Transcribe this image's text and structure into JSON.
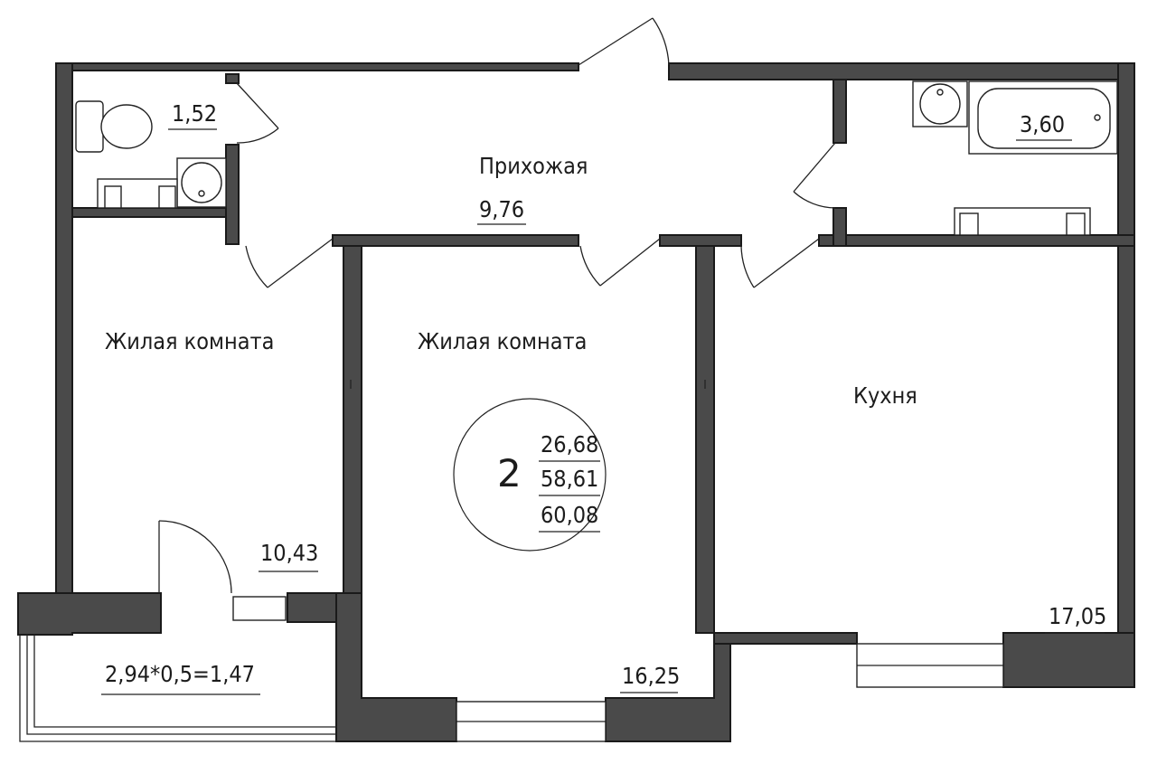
{
  "rooms": {
    "wc": {
      "area": "1,52"
    },
    "hallway": {
      "name": "Прихожая",
      "area": "9,76"
    },
    "bathroom": {
      "area": "3,60"
    },
    "living_left": {
      "name": "Жилая комната",
      "area": "10,43"
    },
    "living_center": {
      "name": "Жилая комната",
      "area": "16,25"
    },
    "kitchen": {
      "name": "Кухня",
      "area": "17,05"
    },
    "balcony": {
      "area": "2,94*0,5=1,47"
    }
  },
  "summary": {
    "room_count": "2",
    "living_area": "26,68",
    "total_area": "58,61",
    "total_with_balcony": "60,08"
  }
}
